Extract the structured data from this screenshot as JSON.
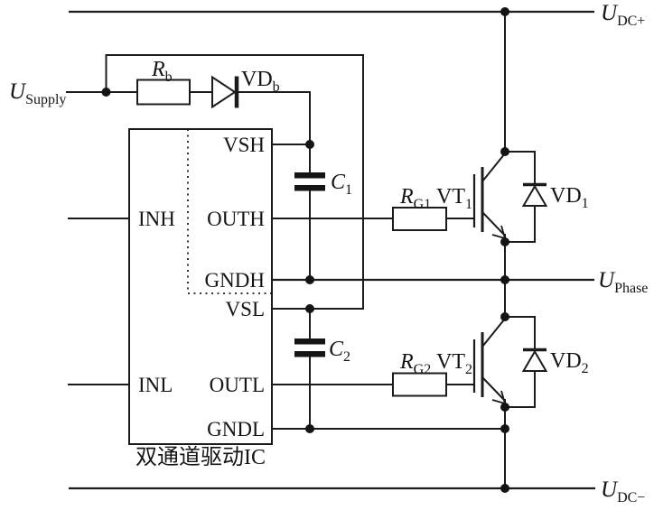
{
  "figure": {
    "background": "#ffffff",
    "line_color": "#1b1b1b",
    "ic": {
      "label": "双通道驱动IC",
      "pins_left": [
        "INH",
        "INL"
      ],
      "pins_right": [
        "VSH",
        "OUTH",
        "GNDH",
        "VSL",
        "OUTL",
        "GNDL"
      ]
    },
    "rails": {
      "dc_plus": {
        "base": "U",
        "sub": "DC+"
      },
      "phase": {
        "base": "U",
        "sub": "Phase"
      },
      "dc_minus": {
        "base": "U",
        "sub": "DC−"
      },
      "supply": {
        "base": "U",
        "sub": "Supply"
      }
    },
    "components": {
      "rb": {
        "base": "R",
        "sub": "b"
      },
      "vdb": {
        "base": "VD",
        "sub": "b"
      },
      "c1": {
        "base": "C",
        "sub": "1"
      },
      "c2": {
        "base": "C",
        "sub": "2"
      },
      "rg1": {
        "base": "R",
        "sub": "G1"
      },
      "rg2": {
        "base": "R",
        "sub": "G2"
      },
      "vt1": {
        "base": "VT",
        "sub": "1"
      },
      "vt2": {
        "base": "VT",
        "sub": "2"
      },
      "vd1": {
        "base": "VD",
        "sub": "1"
      },
      "vd2": {
        "base": "VD",
        "sub": "2"
      }
    }
  }
}
